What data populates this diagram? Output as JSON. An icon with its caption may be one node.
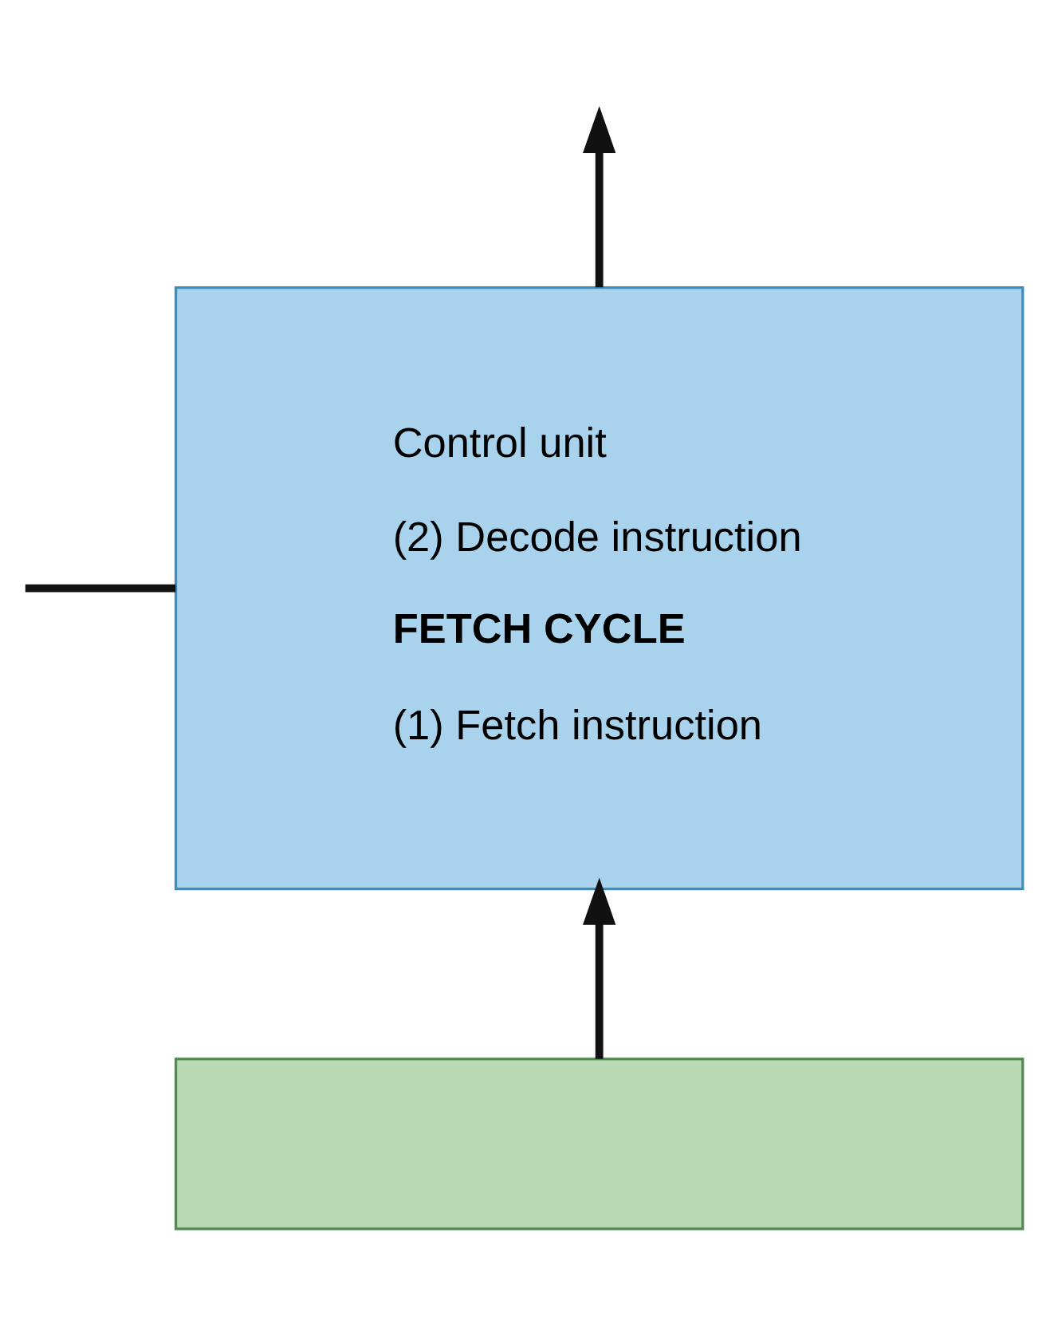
{
  "diagram": {
    "nodes": [
      {
        "text": [
          "Control unit",
          "(2) Decode instruction",
          "FETCH CYCLE",
          "(1) Fetch instruction"
        ]
      },
      {
        "text": [],
        "shape": "box"
      }
    ],
    "edges": [
      {
        "from": 1,
        "to": 0,
        "arrow": "to"
      },
      {
        "from": null,
        "to": 0,
        "arrow": "none"
      },
      {
        "from": 0,
        "to": null,
        "arrow": "to"
      }
    ]
  }
}
